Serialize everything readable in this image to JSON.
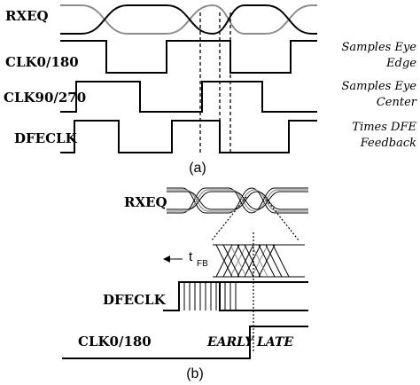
{
  "panel_a": {
    "signals": {
      "rxeq": "RXEQ",
      "clk0": "CLK0/180",
      "clk90": "CLK90/270",
      "dfeclk": "DFECLK"
    },
    "notes": {
      "clk0_line1": "Samples Eye",
      "clk0_line2": "Edge",
      "clk90_line1": "Samples Eye",
      "clk90_line2": "Center",
      "dfeclk_line1": "Times DFE",
      "dfeclk_line2": "Feedback"
    },
    "caption": "(a)"
  },
  "panel_b": {
    "signals": {
      "rxeq": "RXEQ",
      "dfeclk": "DFECLK",
      "clk0": "CLK0/180"
    },
    "tfb_main": "t",
    "tfb_sub": "FB",
    "early_label": "EARLY",
    "late_label": "LATE",
    "caption": "(b)"
  }
}
